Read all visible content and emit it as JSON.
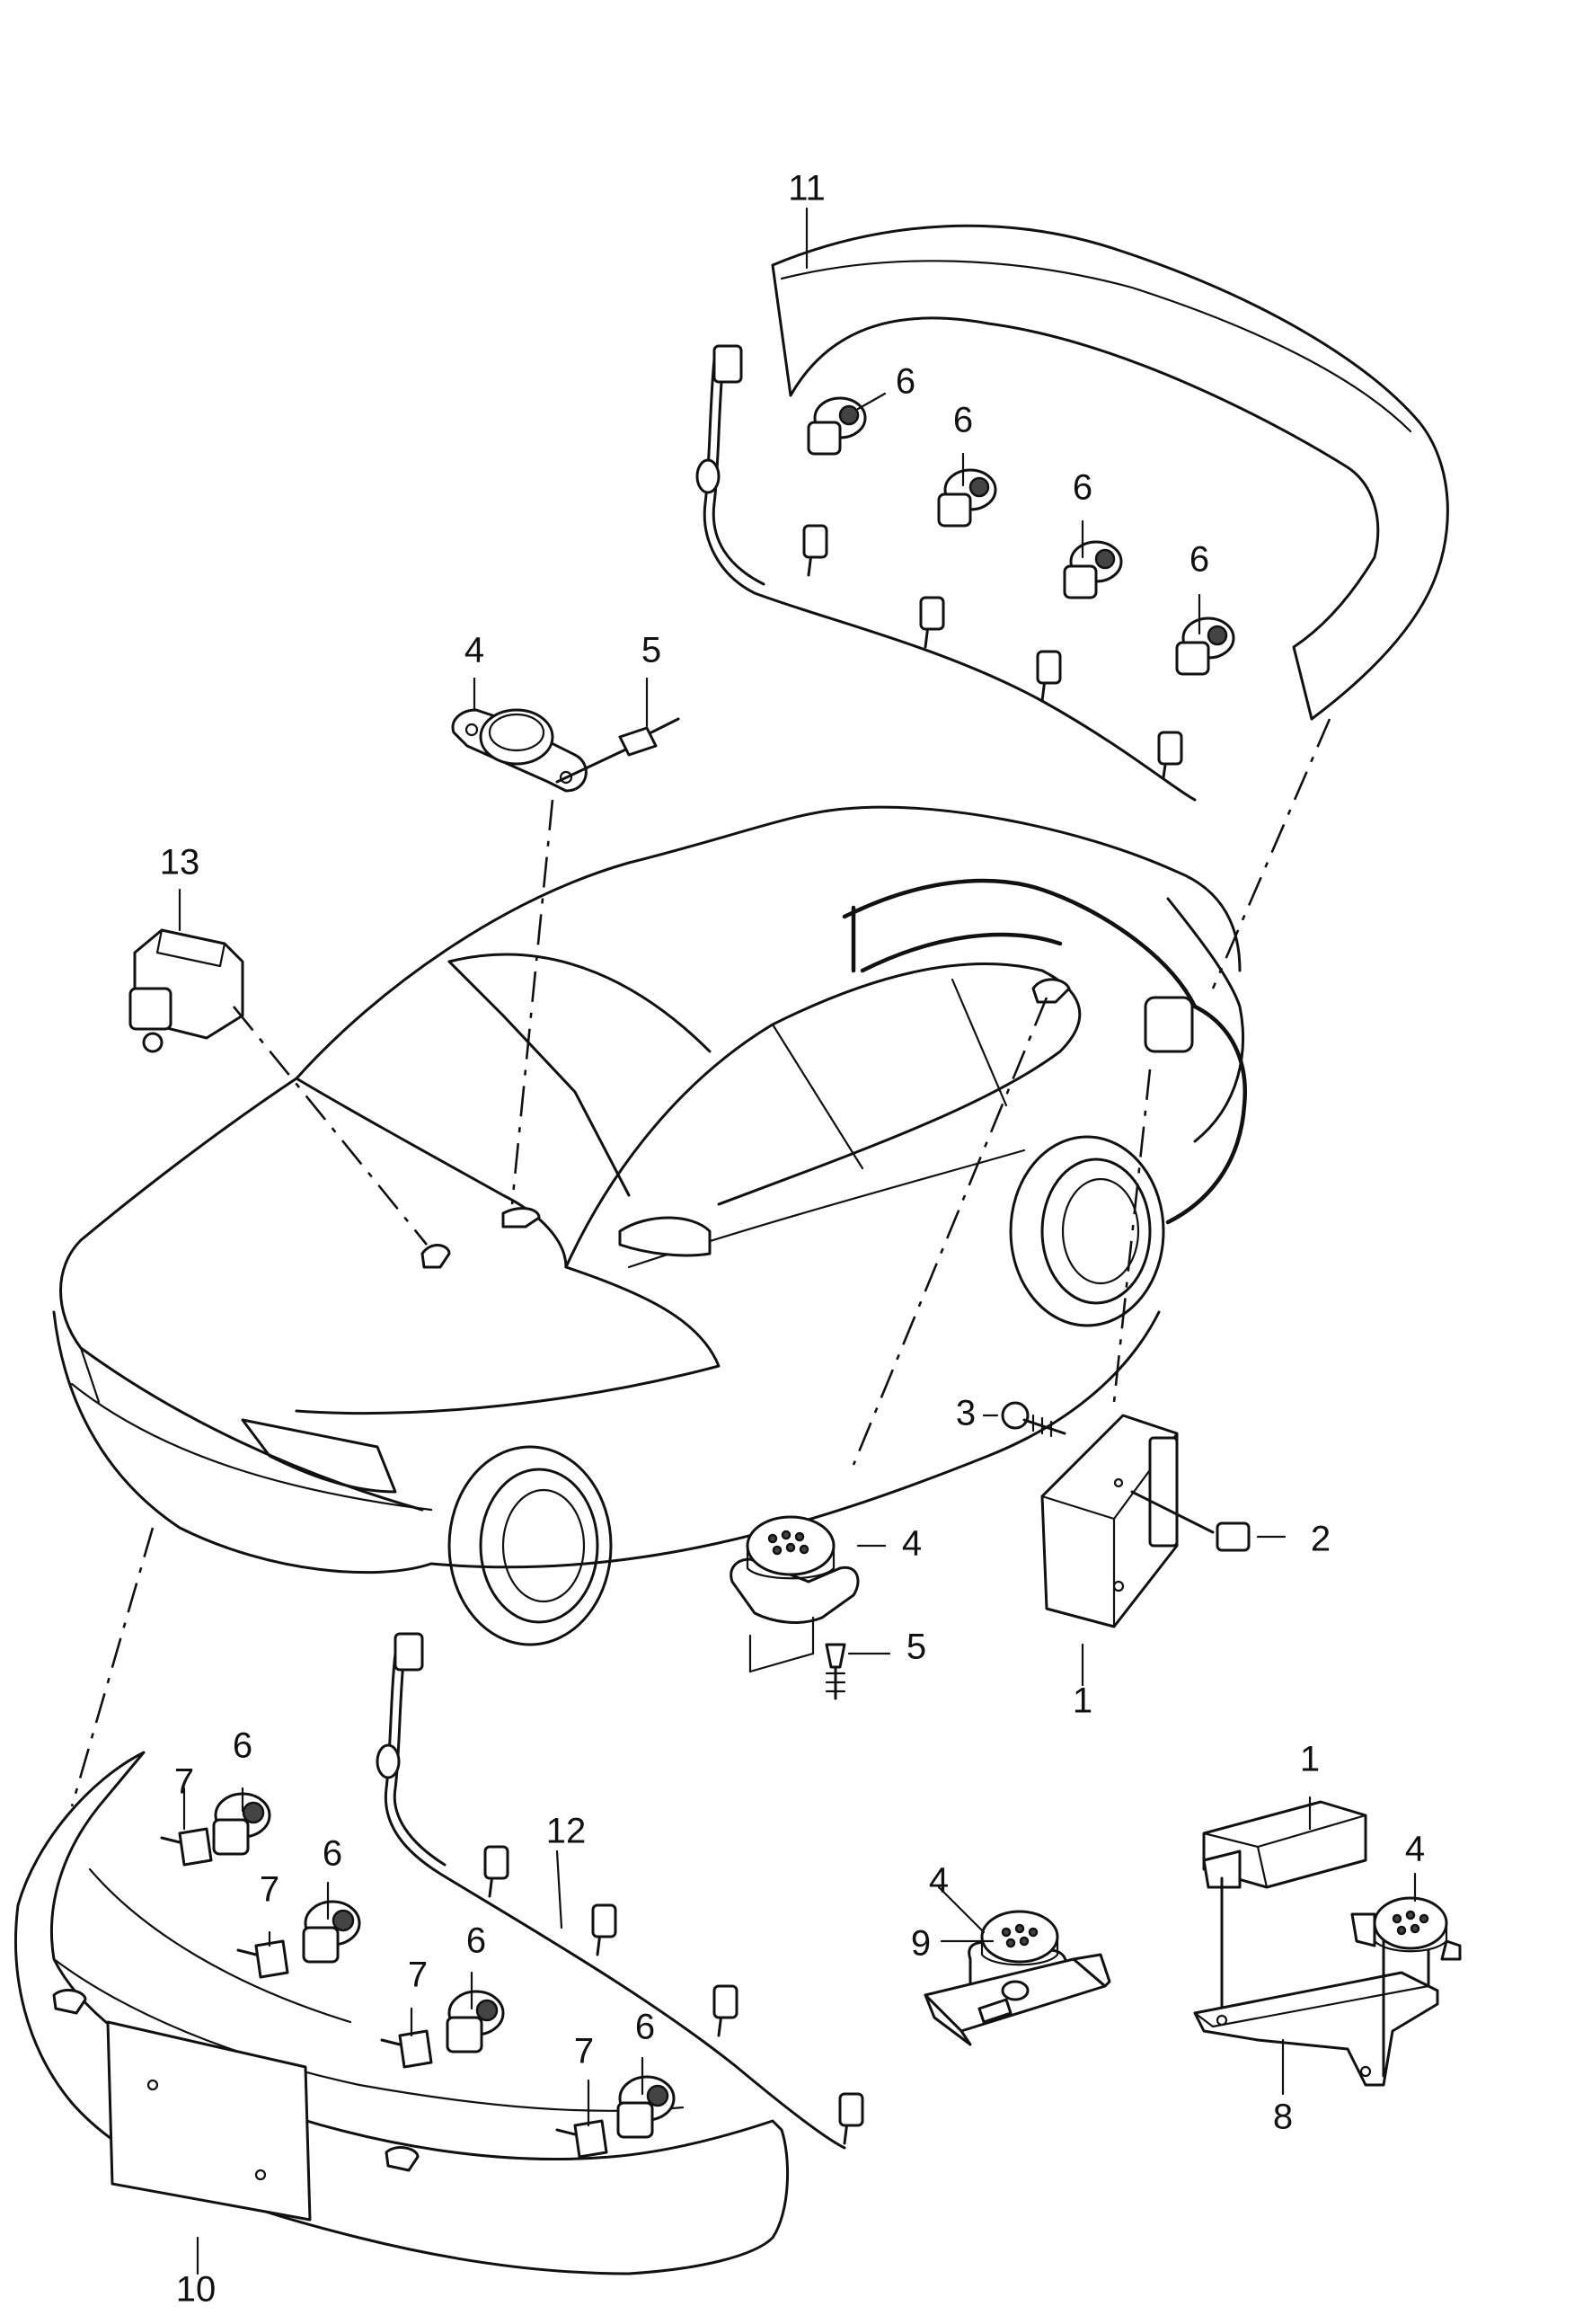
{
  "callouts": [
    "1",
    "2",
    "3",
    "4",
    "5",
    "6",
    "7",
    "8",
    "9",
    "10",
    "11",
    "12",
    "13"
  ],
  "colors": {
    "line": "#111111",
    "background": "#ffffff"
  }
}
